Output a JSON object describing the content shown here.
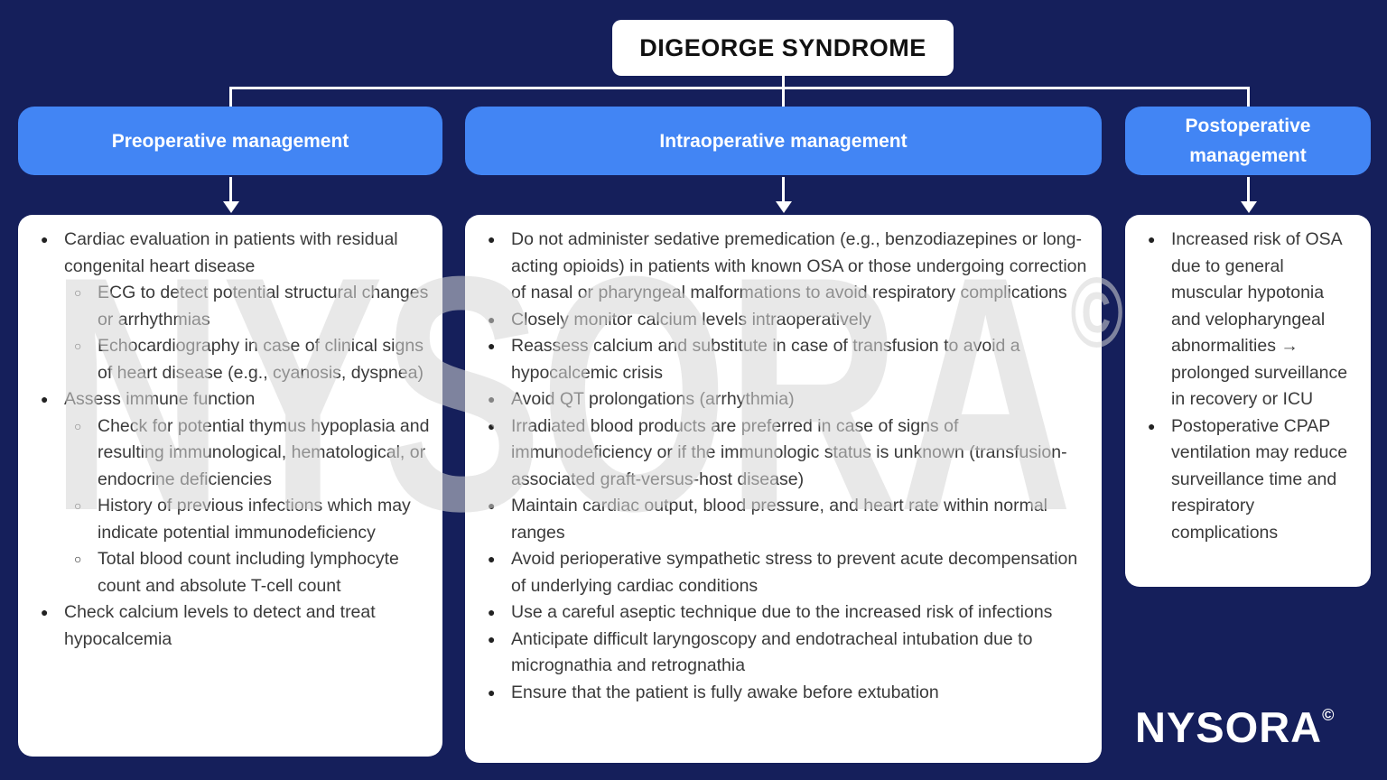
{
  "page": {
    "title": "DIGEORGE SYNDROME",
    "watermark_text": "NYSORA",
    "watermark_copyright": "©",
    "logo_text": "NYSORA",
    "logo_copyright": "©"
  },
  "colors": {
    "background": "#151f5b",
    "header_blue": "#4285f4",
    "box_white": "#ffffff",
    "body_text": "#3a3a3a",
    "connector": "#ffffff"
  },
  "bullets": {
    "level1": "●",
    "level2": "○"
  },
  "columns": [
    {
      "id": "preoperative",
      "header": "Preoperative management",
      "items": [
        {
          "level": 1,
          "text": "Cardiac evaluation in patients with residual congenital heart disease"
        },
        {
          "level": 2,
          "text": "ECG to detect potential structural changes or arrhythmias"
        },
        {
          "level": 2,
          "text": "Echocardiography in case of clinical signs of heart disease (e.g., cyanosis, dyspnea)"
        },
        {
          "level": 1,
          "text": "Assess immune function"
        },
        {
          "level": 2,
          "text": "Check for potential thymus hypoplasia and resulting immunological, hematological, or endocrine deficiencies"
        },
        {
          "level": 2,
          "text": "History of previous infections which may indicate potential immunodeficiency"
        },
        {
          "level": 2,
          "text": "Total blood count including lymphocyte count and absolute T-cell count"
        },
        {
          "level": 1,
          "text": "Check calcium levels to detect and treat hypocalcemia"
        }
      ]
    },
    {
      "id": "intraoperative",
      "header": "Intraoperative management",
      "items": [
        {
          "level": 1,
          "text": "Do not administer sedative premedication (e.g., benzodiazepines or long-acting opioids) in patients with known OSA or those undergoing correction of nasal or pharyngeal malformations to avoid respiratory complications"
        },
        {
          "level": 1,
          "text": "Closely monitor calcium levels intraoperatively"
        },
        {
          "level": 1,
          "text": "Reassess calcium and substitute in case of transfusion to avoid a hypocalcemic crisis"
        },
        {
          "level": 1,
          "text": "Avoid QT prolongations (arrhythmia)"
        },
        {
          "level": 1,
          "text": "Irradiated blood products are preferred in case of signs of immunodeficiency or if the immunologic status is unknown (transfusion-associated graft-versus-host disease)"
        },
        {
          "level": 1,
          "text": "Maintain cardiac output, blood pressure, and heart rate within normal ranges"
        },
        {
          "level": 1,
          "text": "Avoid perioperative sympathetic stress to prevent acute decompensation of underlying cardiac conditions"
        },
        {
          "level": 1,
          "text": "Use a careful aseptic technique due to the increased risk of infections"
        },
        {
          "level": 1,
          "text": "Anticipate difficult laryngoscopy and endotracheal intubation due to micrognathia and retrognathia"
        },
        {
          "level": 1,
          "text": "Ensure that the patient is fully awake before extubation"
        }
      ]
    },
    {
      "id": "postoperative",
      "header": "Postoperative management",
      "items": [
        {
          "level": 1,
          "text": "Increased risk of OSA due to general muscular hypotonia and velopharyngeal abnormalities → prolonged surveillance in recovery or ICU"
        },
        {
          "level": 1,
          "text": "Postoperative CPAP ventilation may reduce surveillance time and respiratory complications"
        }
      ]
    }
  ]
}
